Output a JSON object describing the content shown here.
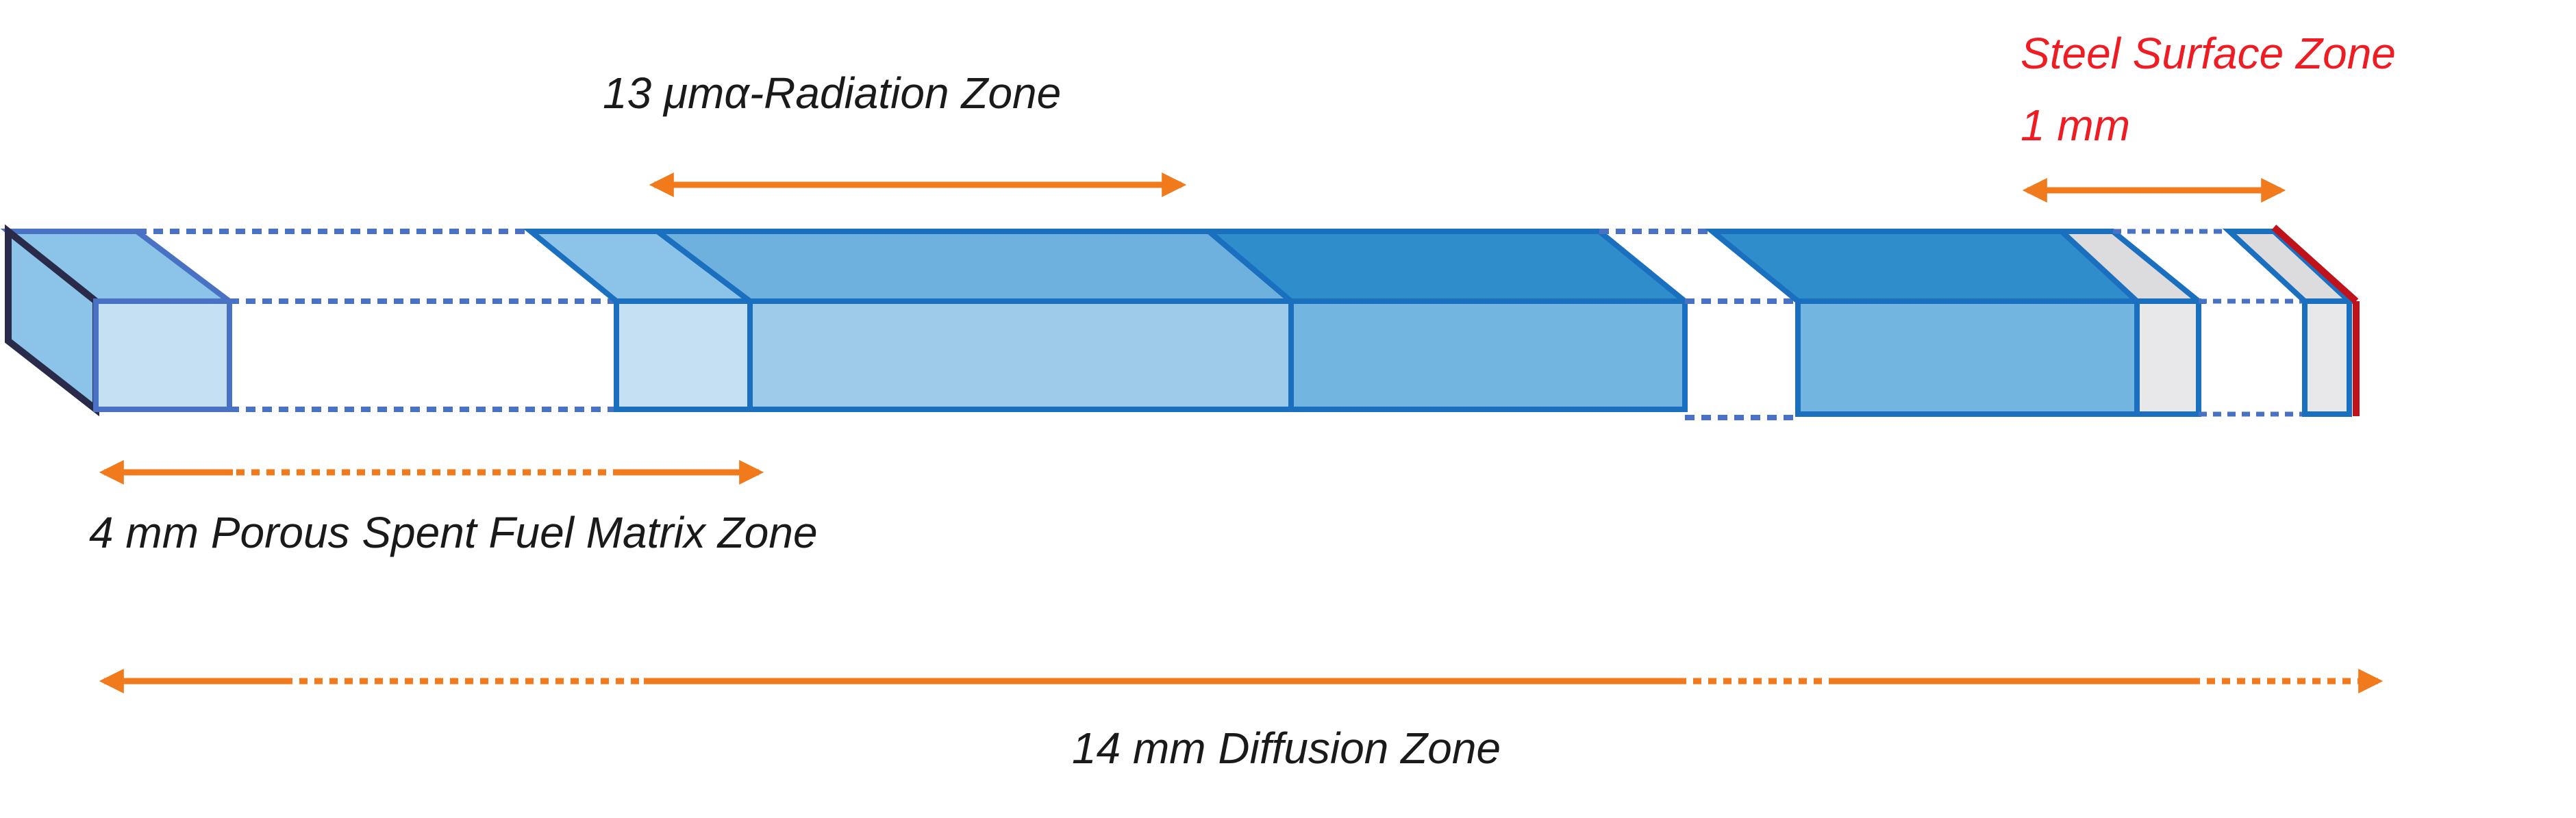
{
  "labels": {
    "radiation_zone": "13 μmα-Radiation Zone",
    "steel_zone_line1": "Steel Surface Zone",
    "steel_zone_line2": "1 mm",
    "fuel_matrix_zone": "4 mm Porous Spent Fuel Matrix Zone",
    "diffusion_zone": "14 mm Diffusion Zone"
  },
  "colors": {
    "arrow": "#f07a1c",
    "steel_label": "#ee1c23",
    "steel_edge": "#c0121a",
    "outline": "#1a6fbf",
    "dotted_outline": "#4a72c4",
    "left_face_dark": "#2a2a4a",
    "fuel_front": "#c5e0f3",
    "fuel_top": "#8cc3e8",
    "radiation_front": "#9fcbea",
    "radiation_top": "#6fb1de",
    "diffusion_front": "#73b5e1",
    "diffusion_top": "#2f8dcc",
    "steel_front": "#e8e8ea",
    "steel_top": "#dcdcdf"
  }
}
